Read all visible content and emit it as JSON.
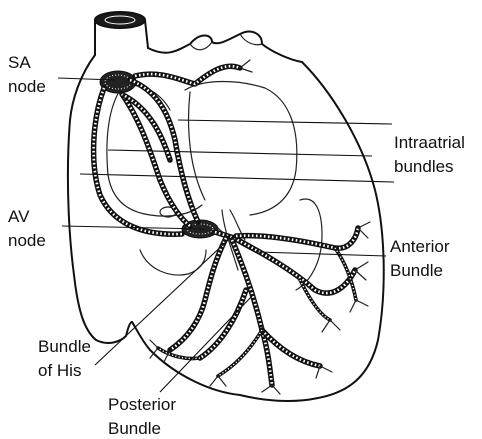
{
  "labels": {
    "sa_node": [
      "SA",
      "node"
    ],
    "intraatrial_bundles": [
      "Intraatrial",
      "bundles"
    ],
    "av_node": [
      "AV",
      "node"
    ],
    "anterior_bundle": [
      "Anterior",
      "Bundle"
    ],
    "bundle_of_his": [
      "Bundle",
      "of His"
    ],
    "posterior_bundle": [
      "Posterior",
      "Bundle"
    ]
  }
}
